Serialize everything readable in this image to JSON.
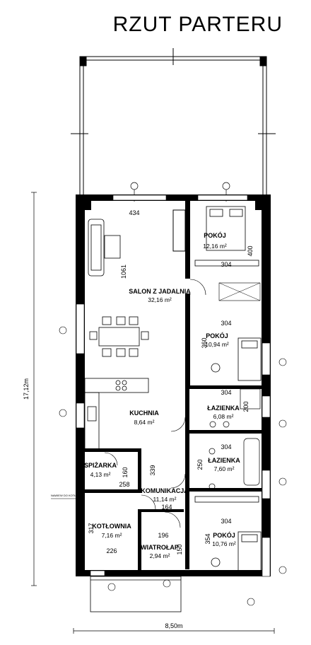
{
  "title": "RZUT PARTERU",
  "rooms": {
    "salon": {
      "name": "SALON Z JADALNIĄ",
      "area": "32,16 m²"
    },
    "pokoj1": {
      "name": "POKÓJ",
      "area": "12,16 m²"
    },
    "pokoj2": {
      "name": "POKÓJ",
      "area": "10,94 m²"
    },
    "lazienka1": {
      "name": "ŁAZIENKA",
      "area": "6,08 m²"
    },
    "lazienka2": {
      "name": "ŁAZIENKA",
      "area": "7,60 m²"
    },
    "kuchnia": {
      "name": "KUCHNIA",
      "area": "8,64 m²"
    },
    "spizarka": {
      "name": "SPIŻARKA",
      "area": "4,13 m²"
    },
    "komunikacja": {
      "name": "KOMUNIKACJA",
      "area": "11,14 m²"
    },
    "kotlownia": {
      "name": "KOTŁOWNIA",
      "area": "7,16 m²"
    },
    "wiatrolap": {
      "name": "WIATROŁAP",
      "area": "2,94 m²"
    },
    "pokoj3": {
      "name": "POKÓJ",
      "area": "10,76 m²"
    }
  },
  "dimensions": {
    "d434": "434",
    "d400": "400",
    "d304a": "304",
    "d1061": "1061",
    "d304b": "304",
    "d360": "360",
    "d304c": "304",
    "d200": "200",
    "d304d": "304",
    "d250": "250",
    "d339": "339",
    "d160": "160",
    "d258": "258",
    "d164": "164",
    "d304e": "304",
    "d317": "317",
    "d196": "196",
    "d226": "226",
    "d354": "354",
    "d150": "150"
  },
  "overall": {
    "height": "17,12m",
    "width": "8,50m"
  },
  "note": "NAWIEW DO KOTŁOWNI"
}
